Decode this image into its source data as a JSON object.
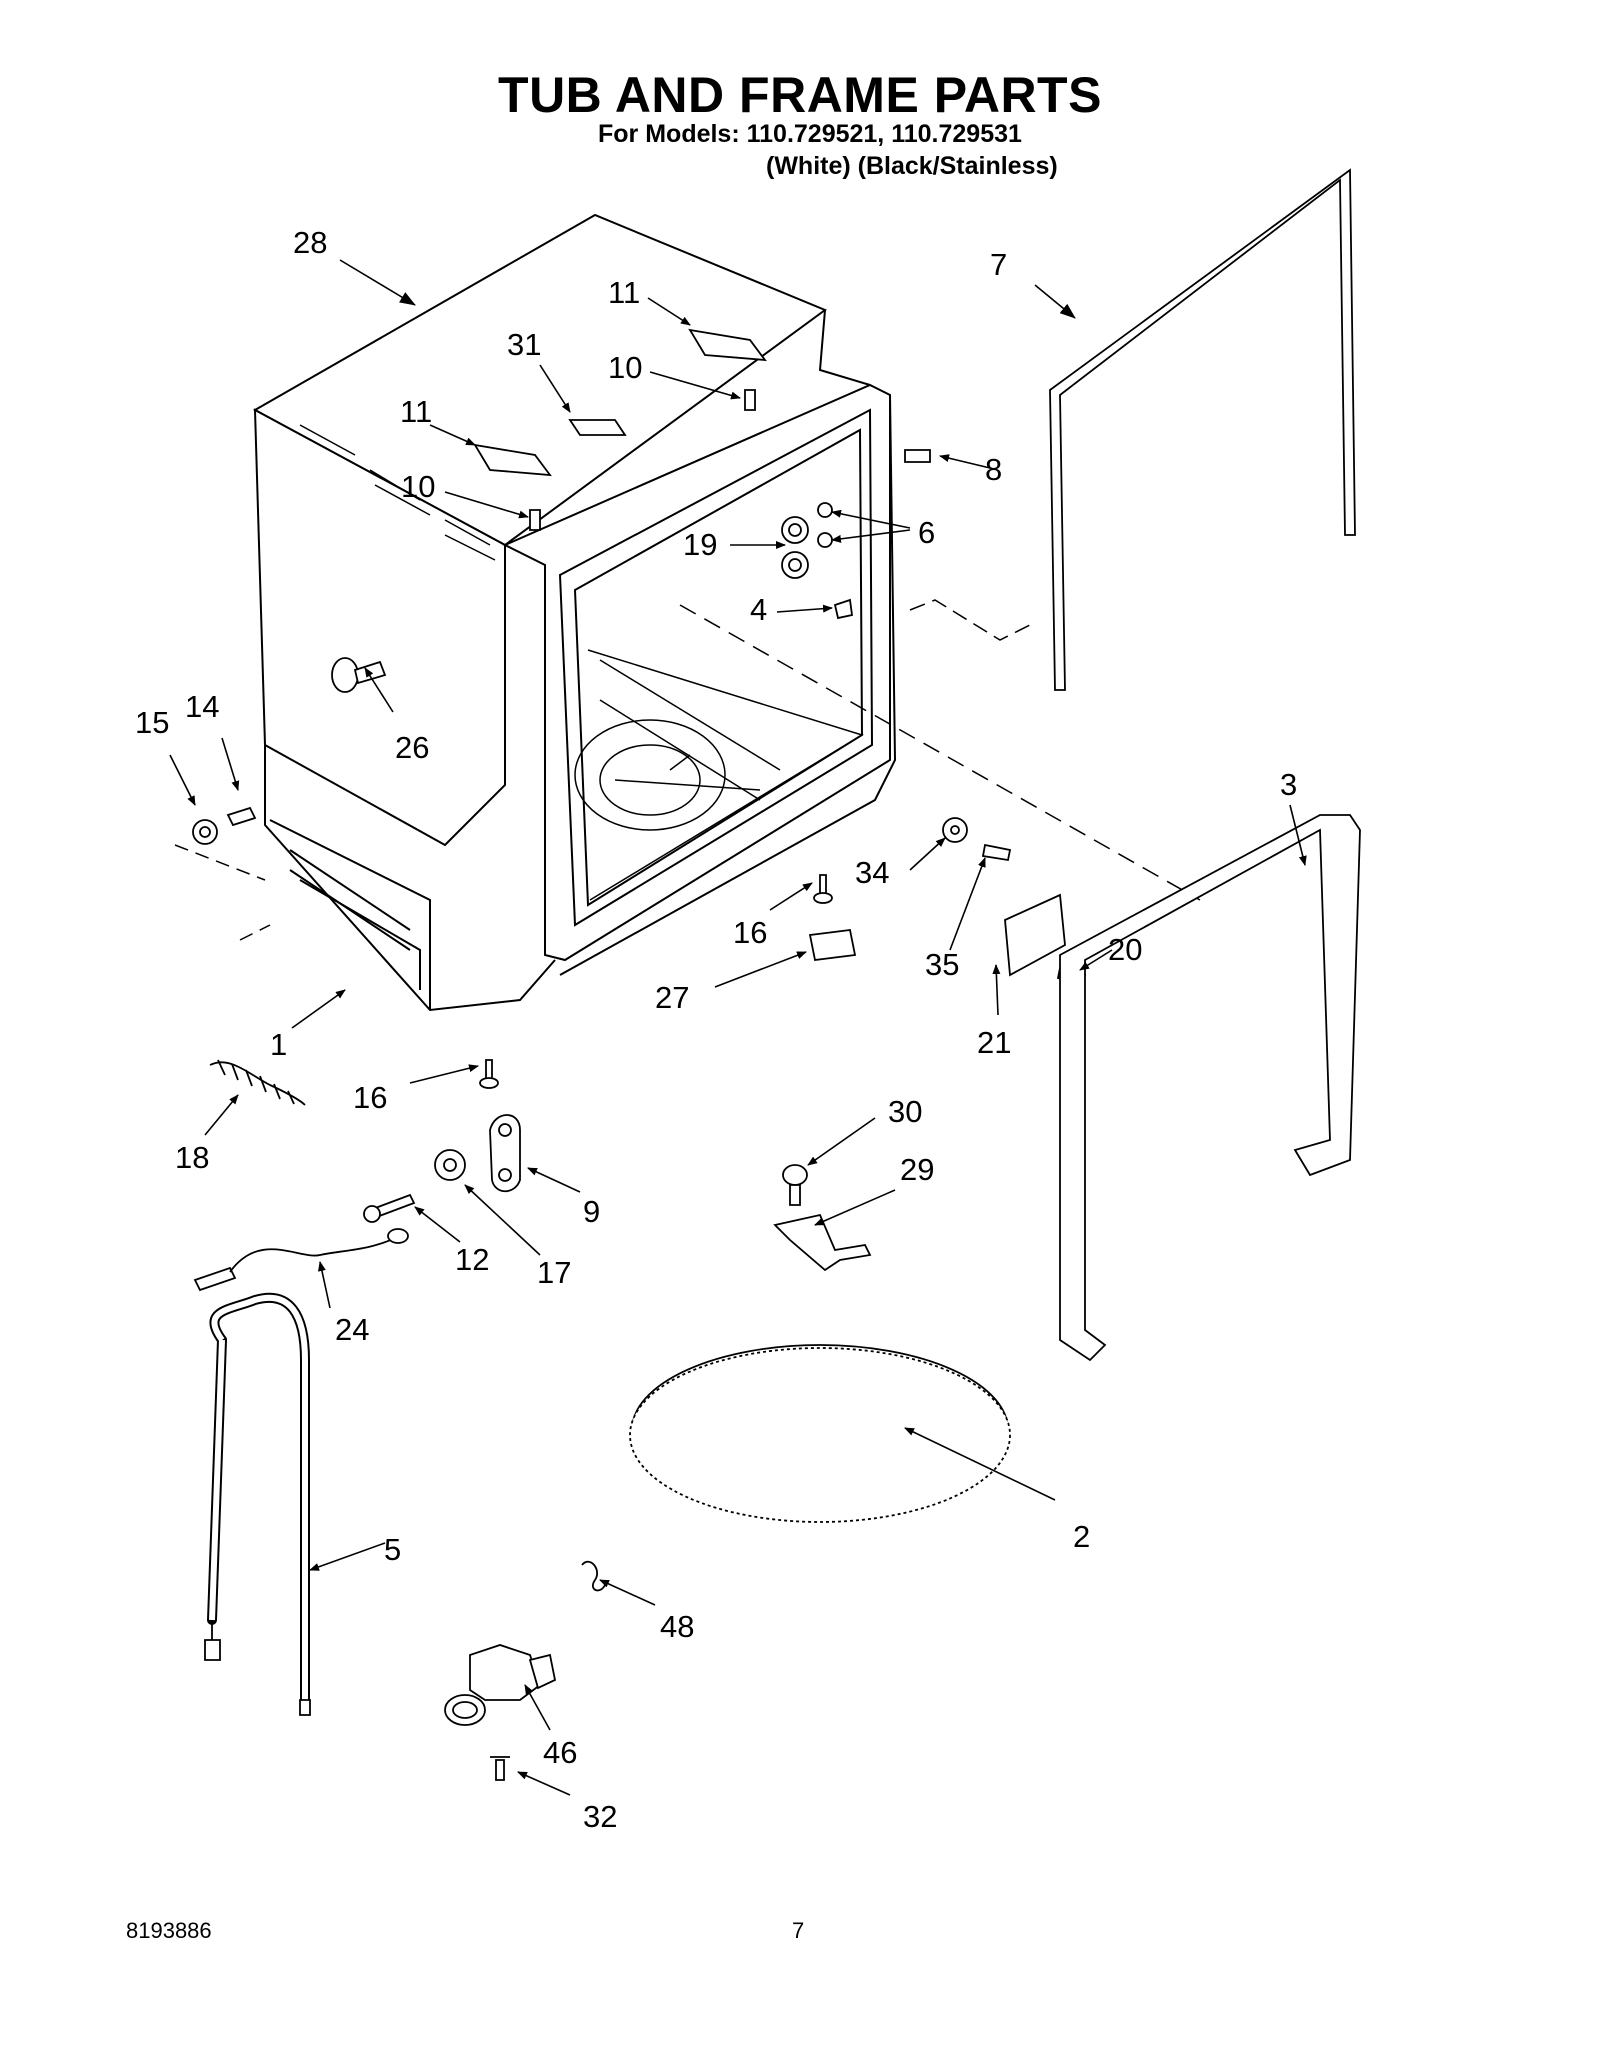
{
  "header": {
    "title": "TUB AND FRAME PARTS",
    "models_line": "For Models: 110.729521, 110.729531",
    "variants_line": "(White) (Black/Stainless)"
  },
  "callouts": [
    "28",
    "11",
    "31",
    "10",
    "11",
    "10",
    "7",
    "8",
    "6",
    "19",
    "4",
    "26",
    "15",
    "14",
    "3",
    "34",
    "35",
    "20",
    "16",
    "27",
    "21",
    "1",
    "16",
    "18",
    "30",
    "29",
    "9",
    "12",
    "17",
    "24",
    "2",
    "5",
    "48",
    "46",
    "32"
  ],
  "footer": {
    "doc_number": "8193886",
    "page_number": "7"
  }
}
